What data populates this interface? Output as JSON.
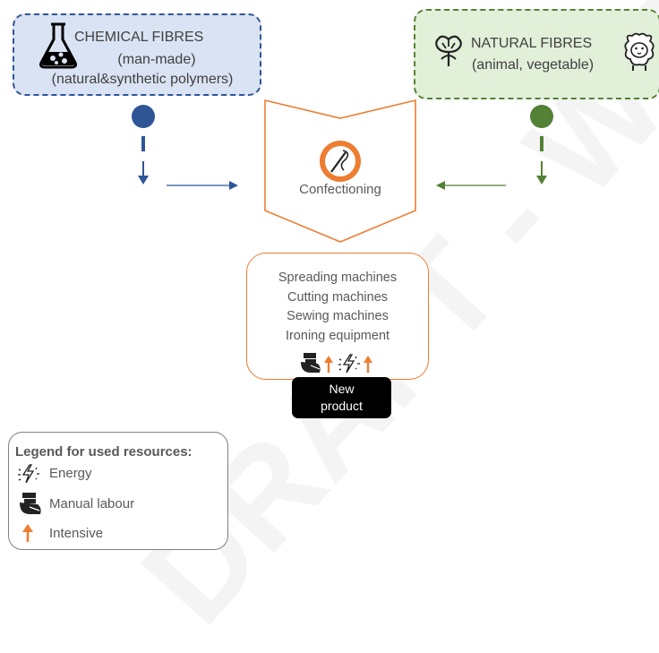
{
  "watermark": "DRAFT - WORK IN PROGRESS",
  "chemical": {
    "title": "CHEMICAL FIBRES",
    "line1": "(man-made)",
    "line2": "(natural&synthetic polymers)",
    "icon": "flask-icon",
    "color": "#2f5597"
  },
  "natural": {
    "title": "NATURAL FIBRES",
    "line1": "(animal, vegetable)",
    "icon_left": "cotton-plant-icon",
    "icon_right": "sheep-icon",
    "color": "#538135"
  },
  "process": {
    "label": "Confectioning",
    "icon": "sewing-needle-icon",
    "accent": "#ed7d31",
    "machines": [
      "Spreading machines",
      "Cutting machines",
      "Sewing machines",
      "Ironing equipment"
    ]
  },
  "output": {
    "line1": "New",
    "line2": "product"
  },
  "legend": {
    "title": "Legend for used resources:",
    "items": [
      {
        "icon": "energy-icon",
        "label": "Energy"
      },
      {
        "icon": "manual-labour-icon",
        "label": "Manual labour"
      },
      {
        "icon": "intensive-arrow-icon",
        "label": "Intensive"
      }
    ]
  }
}
